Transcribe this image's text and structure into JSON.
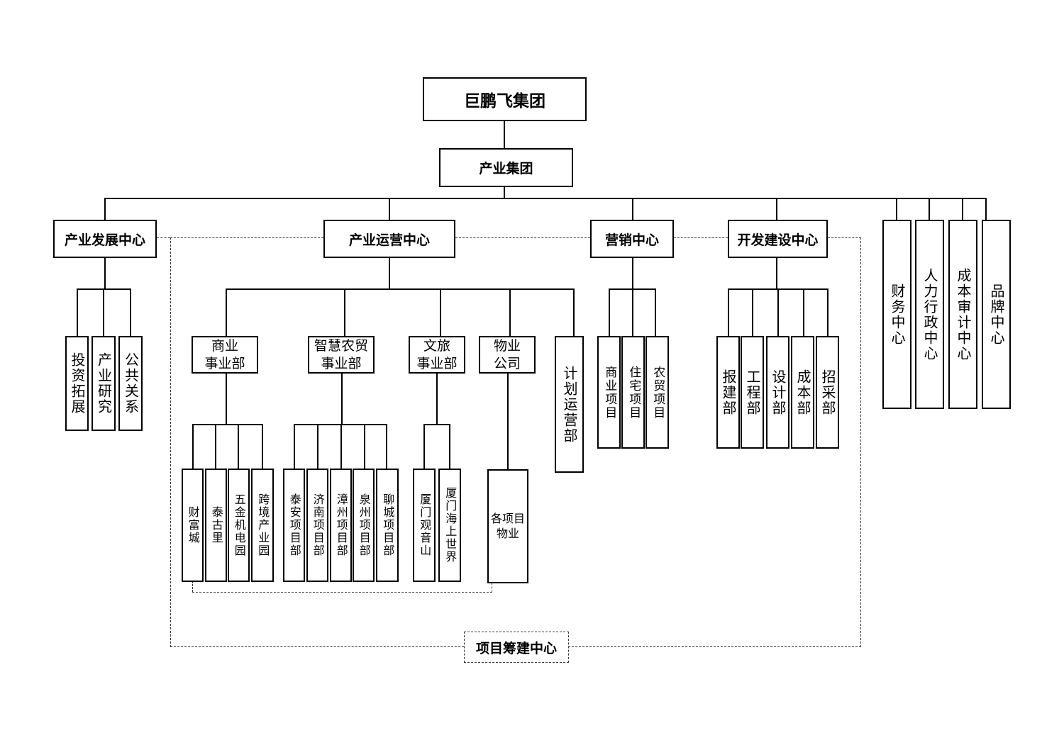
{
  "root": "巨鹏飞集团",
  "group": "产业集团",
  "project_center": "项目筹建中心",
  "centers": {
    "dev": "产业发展中心",
    "ops": "产业运营中心",
    "mkt": "营销中心",
    "build": "开发建设中心",
    "finance": "财务中心",
    "hr": "人力行政中心",
    "audit": "成本审计中心",
    "brand": "品牌中心"
  },
  "dev_subs": [
    "投资拓展",
    "产业研究",
    "公共关系"
  ],
  "ops_divisions": {
    "commerce": "商业\n事业部",
    "agri": "智慧农贸\n事业部",
    "tourism": "文旅\n事业部",
    "property": "物业\n公司",
    "planning": "计划运营部"
  },
  "commerce_projects": [
    "财富城",
    "泰古里",
    "五金机电园",
    "跨境产业园"
  ],
  "agri_projects": [
    "泰安项目部",
    "济南项目部",
    "漳州项目部",
    "泉州项目部",
    "聊城项目部"
  ],
  "tourism_projects": [
    "厦门观音山",
    "厦门海上世界"
  ],
  "property_projects": "各项目\n物业",
  "mkt_subs": [
    "商业项目",
    "住宅项目",
    "农贸项目"
  ],
  "build_subs": [
    "报建部",
    "工程部",
    "设计部",
    "成本部",
    "招采部"
  ]
}
